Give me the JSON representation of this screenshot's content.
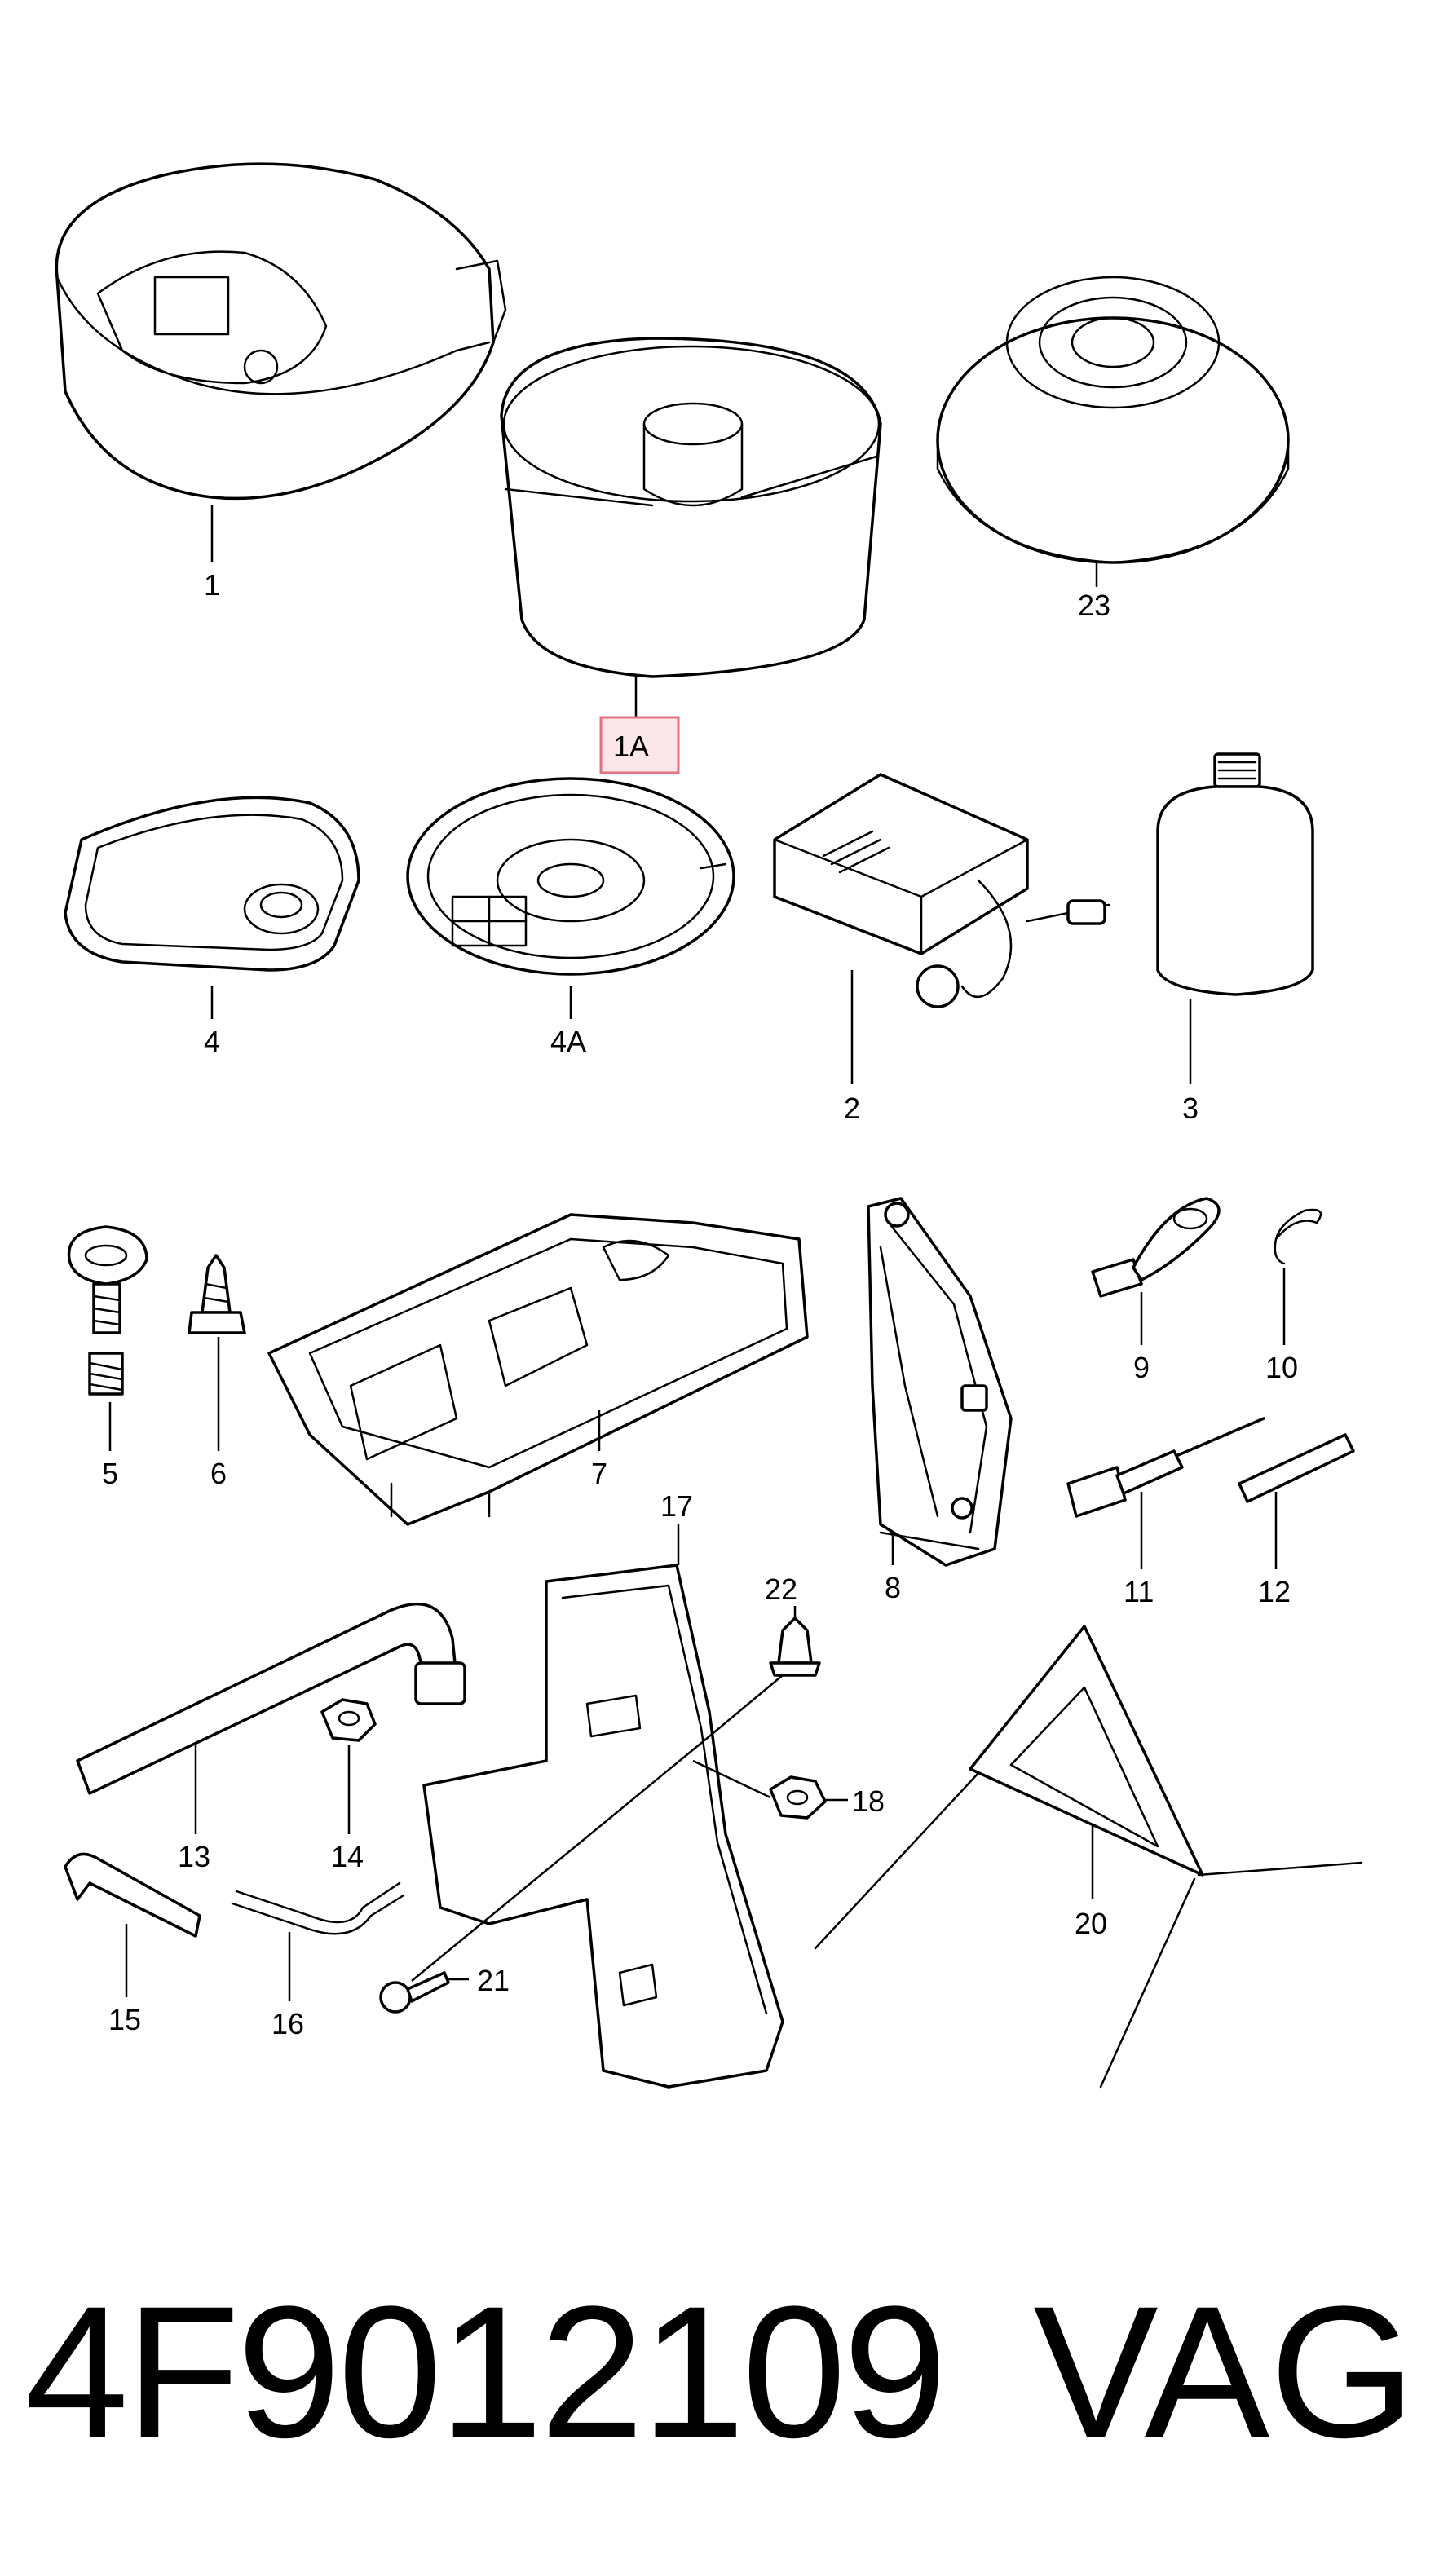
{
  "labels": {
    "l1": "1",
    "l1a": "1A",
    "l23": "23",
    "l4": "4",
    "l4a": "4A",
    "l2": "2",
    "l3": "3",
    "l5": "5",
    "l6": "6",
    "l7": "7",
    "l8": "8",
    "l9": "9",
    "l10": "10",
    "l11": "11",
    "l12": "12",
    "l13": "13",
    "l14": "14",
    "l15": "15",
    "l16": "16",
    "l17": "17",
    "l18": "18",
    "l20": "20",
    "l21": "21",
    "l22": "22"
  },
  "highlight": {
    "label": "1A",
    "color": "#e0737f"
  },
  "footer": {
    "part_number": "4F9012109",
    "brand": "VAG"
  }
}
